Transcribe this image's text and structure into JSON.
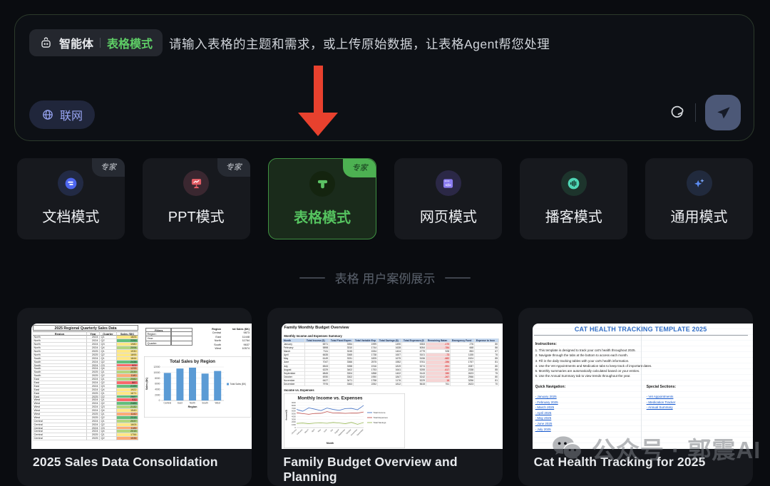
{
  "composer": {
    "agent_label": "智能体",
    "mode_label": "表格模式",
    "placeholder": "请输入表格的主题和需求，或上传原始数据，让表格Agent帮您处理",
    "web_label": "联网"
  },
  "modes": [
    {
      "label": "文档模式",
      "badge": "专家",
      "selected": false,
      "color": "#4d66f0"
    },
    {
      "label": "PPT模式",
      "badge": "专家",
      "selected": false,
      "color": "#e05c64"
    },
    {
      "label": "表格模式",
      "badge": "专家",
      "selected": true,
      "color": "#5cc264"
    },
    {
      "label": "网页模式",
      "selected": false,
      "color": "#8b7cf0"
    },
    {
      "label": "播客模式",
      "selected": false,
      "color": "#4fd6b5"
    },
    {
      "label": "通用模式",
      "selected": false,
      "color": "#5c8df5"
    }
  ],
  "section": {
    "title": "表格 用户案例展示"
  },
  "examples": [
    {
      "label": "2025 Sales Data Consolidation",
      "sheet": {
        "title": "2025 Regional Quarterly Sales Data",
        "columns": [
          "Region",
          "Year",
          "Quarter",
          "Sales ($K)"
        ],
        "rows": [
          [
            "North",
            "2024",
            "Q1",
            "1826",
            "y"
          ],
          [
            "North",
            "2024",
            "Q2",
            "2259",
            "g"
          ],
          [
            "North",
            "2024",
            "Q3",
            "1980",
            "y"
          ],
          [
            "North",
            "2024",
            "Q4",
            "2094",
            "yg"
          ],
          [
            "North",
            "2025",
            "Q1",
            "1930",
            "y"
          ],
          [
            "North",
            "2025",
            "Q2",
            "1895",
            "y"
          ],
          [
            "South",
            "2024",
            "Q1",
            "1844",
            "y"
          ],
          [
            "South",
            "2024",
            "Q2",
            "2438",
            "g"
          ],
          [
            "South",
            "2024",
            "Q3",
            "921",
            "r"
          ],
          [
            "South",
            "2024",
            "Q4",
            "1295",
            "o"
          ],
          [
            "South",
            "2025",
            "Q1",
            "2039",
            "yg"
          ],
          [
            "South",
            "2025",
            "Q2",
            "1180",
            "o"
          ],
          [
            "East",
            "2024",
            "Q1",
            "2082",
            "yg"
          ],
          [
            "East",
            "2024",
            "Q2",
            "887",
            "r"
          ],
          [
            "East",
            "2024",
            "Q3",
            "2199",
            "g"
          ],
          [
            "East",
            "2024",
            "Q4",
            "1922",
            "y"
          ],
          [
            "East",
            "2025",
            "Q1",
            "1671",
            "y"
          ],
          [
            "East",
            "2025",
            "Q2",
            "2687",
            "g"
          ],
          [
            "West",
            "2024",
            "Q1",
            "932",
            "r"
          ],
          [
            "West",
            "2024",
            "Q2",
            "2485",
            "g"
          ],
          [
            "West",
            "2024",
            "Q3",
            "2132",
            "yg"
          ],
          [
            "West",
            "2024",
            "Q4",
            "1549",
            "y"
          ],
          [
            "West",
            "2025",
            "Q1",
            "1142",
            "o"
          ],
          [
            "West",
            "2025",
            "Q2",
            "2315",
            "g"
          ],
          [
            "Central",
            "2024",
            "Q1",
            "2037",
            "yg"
          ],
          [
            "Central",
            "2024",
            "Q2",
            "1605",
            "y"
          ],
          [
            "Central",
            "2024",
            "Q3",
            "1186",
            "o"
          ],
          [
            "Central",
            "2024",
            "Q4",
            "2015",
            "yg"
          ],
          [
            "Central",
            "2025",
            "Q1",
            "1756",
            "y"
          ],
          [
            "Central",
            "2025",
            "Q2",
            "1536",
            "o"
          ]
        ],
        "filters": {
          "title": "Filters",
          "rows": [
            "Region:",
            "Year:",
            "Quarter:"
          ]
        },
        "summary": {
          "columns": [
            "Region",
            "tal Sales ($K)"
          ],
          "rows": [
            [
              "Central",
              "9873"
            ],
            [
              "East",
              "11448"
            ],
            [
              "North",
              "11764"
            ],
            [
              "South",
              "9637"
            ],
            [
              "West",
              "10574"
            ]
          ]
        }
      },
      "chart_data": {
        "type": "bar",
        "title": "Total Sales by Region",
        "categories": [
          "Central",
          "East",
          "North",
          "South",
          "West"
        ],
        "values": [
          9873,
          11448,
          11764,
          9637,
          10574
        ],
        "xlabel": "Region",
        "ylabel": "Sales ($K)",
        "ylim": [
          0,
          12000
        ],
        "ytick_step": 2000,
        "legend": "Total Sales ($K)",
        "bar_color": "#5b9bd5",
        "grid": true,
        "legend_position": "right"
      }
    },
    {
      "label": "Family Budget Overview and Planning",
      "sheet": {
        "title": "Family Monthly Budget Overview",
        "subtitle": "Monthly Income and Expenses Summary",
        "columns": [
          "Month",
          "Total Income ($)",
          "Total Fixed Expen",
          "Total Variable Exp",
          "Total Savings ($)",
          "Total Expenses ($",
          "Remaining Balan",
          "Emergency Fund",
          "Expense to Inco"
        ],
        "rows": [
          [
            "January",
            "6571",
            "3354",
            "1999",
            "1490",
            "5353",
            "-170",
            "276",
            "80",
            "r"
          ],
          [
            "February",
            "5898",
            "3310",
            "1744",
            "1628",
            "5054",
            "-784",
            "668",
            "86",
            "r"
          ],
          [
            "March",
            "7111",
            "3245",
            "1534",
            "1404",
            "4779",
            "928",
            "853",
            "67",
            ""
          ],
          [
            "April",
            "6635",
            "3365",
            "1738",
            "1607",
            "5101",
            "-73",
            "1155",
            "76",
            "r"
          ],
          [
            "May",
            "6149",
            "3331",
            "1825",
            "1675",
            "5156",
            "-682",
            "1524",
            "85",
            "r"
          ],
          [
            "June",
            "7047",
            "3366",
            "2575",
            "1552",
            "5761",
            "-286",
            "1767",
            "81",
            "r"
          ],
          [
            "July",
            "6543",
            "3358",
            "1916",
            "1819",
            "5274",
            "-551",
            "2087",
            "80",
            "r"
          ],
          [
            "August",
            "6229",
            "3402",
            "1753",
            "1641",
            "5255",
            "-617",
            "2338",
            "85",
            "r"
          ],
          [
            "September",
            "6845",
            "3304",
            "1858",
            "1402",
            "5143",
            "280",
            "2623",
            "75",
            "r"
          ],
          [
            "October",
            "6930",
            "3302",
            "1950",
            "1847",
            "5242",
            "-267",
            "2966",
            "80",
            "r"
          ],
          [
            "November",
            "6427",
            "3471",
            "1758",
            "1176",
            "5229",
            "18",
            "3256",
            "81",
            "r"
          ],
          [
            "December",
            "7976",
            "3363",
            "2252",
            "1812",
            "5615",
            "761",
            "2623",
            "70",
            ""
          ]
        ],
        "chart_label": "Income vs. Expenses"
      },
      "chart_data": {
        "type": "line",
        "title": "Monthly Income vs. Expenses",
        "categories": [
          "January",
          "February",
          "March",
          "April",
          "May",
          "June",
          "July",
          "August",
          "September",
          "October",
          "November",
          "December"
        ],
        "series": [
          {
            "name": "Total Income",
            "color": "#4472c4",
            "values": [
              6571,
              5898,
              7111,
              6635,
              6149,
              7047,
              6543,
              6229,
              6845,
              6930,
              6427,
              7976
            ]
          },
          {
            "name": "Total Expenses",
            "color": "#c0504d",
            "values": [
              5353,
              5054,
              4779,
              5101,
              5156,
              5761,
              5274,
              5255,
              5143,
              5242,
              5229,
              5615
            ]
          },
          {
            "name": "Total Savings",
            "color": "#9bbb59",
            "values": [
              1490,
              1628,
              1404,
              1607,
              1675,
              1552,
              1819,
              1641,
              1402,
              1847,
              1176,
              1812
            ]
          }
        ],
        "xlabel": "Month",
        "ylabel": "Amount($)",
        "ylim": [
          0,
          9000
        ],
        "ytick_step": 1000,
        "grid": true,
        "legend_position": "right"
      }
    },
    {
      "label": "Cat Health Tracking for 2025",
      "sheet": {
        "title": "CAT HEALTH TRACKING TEMPLATE 2025",
        "instructions_label": "Instructions:",
        "instructions": [
          "1. This template is designed to track your cat's health throughout 2025.",
          "2. Navigate through the tabs at the bottom to access each month.",
          "3. Fill in the daily tracking tables with your cat's health information.",
          "4. Use the Vet Appointments and Medication tabs to keep track of important dates.",
          "5. Monthly summaries are automatically calculated based on your entries.",
          "6. Use the Annual Summary tab to view trends throughout the year."
        ],
        "nav_label": "Quick Navigation:",
        "nav_links": [
          "- January 2025",
          "- February 2025",
          "- March 2025",
          "- April 2025",
          "- May 2025",
          "- June 2025",
          "- July 2025"
        ],
        "special_label": "Special Sections:",
        "special_links": [
          "- Vet Appointments",
          "- Medication Tracker",
          "- Annual Summary"
        ]
      }
    }
  ],
  "watermark": {
    "text": "公众号 · 郭震AI"
  },
  "colors": {
    "accent_green": "#5ece66",
    "arrow_red": "#e8412e",
    "link_blue": "#98a5f3",
    "cell_green": "#63be7b",
    "cell_yellow_green": "#b2d57f",
    "cell_yellow": "#ffe884",
    "cell_orange": "#fcab77",
    "cell_red": "#f8696b",
    "header_blue": "#c6d9f0"
  }
}
